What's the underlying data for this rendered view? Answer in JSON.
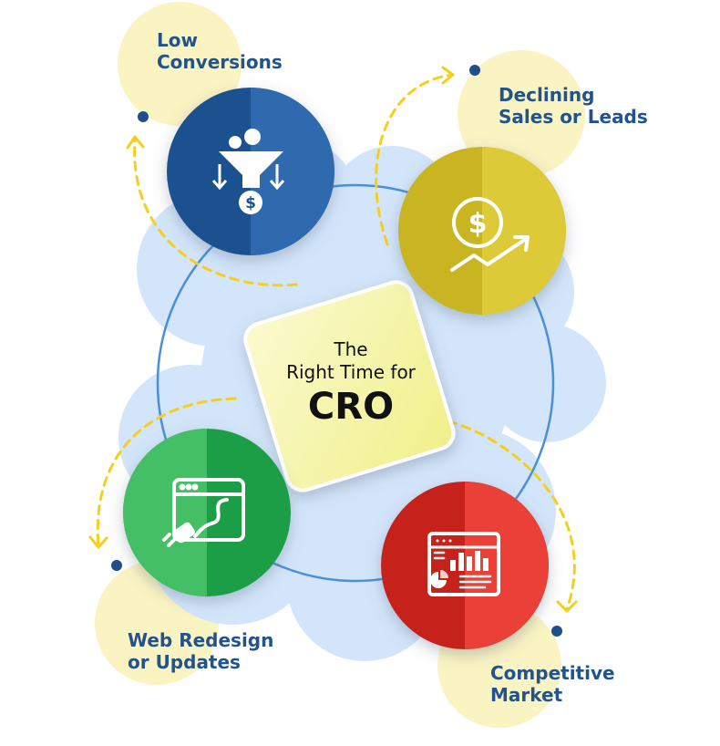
{
  "center": {
    "line1": "The",
    "line2": "Right Time for",
    "line3": "CRO"
  },
  "items": [
    {
      "id": "low-conversions",
      "label_line1": "Low",
      "label_line2": "Conversions",
      "color": "#2a5fa0",
      "icon": "funnel-dollar-icon"
    },
    {
      "id": "declining-sales",
      "label_line1": "Declining",
      "label_line2": "Sales or Leads",
      "color": "#d4c22c",
      "icon": "dollar-growth-icon"
    },
    {
      "id": "web-redesign",
      "label_line1": "Web Redesign",
      "label_line2": "or Updates",
      "color": "#2fae55",
      "icon": "browser-plug-icon"
    },
    {
      "id": "competitive-market",
      "label_line1": "Competitive",
      "label_line2": "Market",
      "color": "#e0302d",
      "icon": "analytics-dashboard-icon"
    }
  ],
  "colors": {
    "label_text": "#22538c",
    "blob": "#d3e5fa",
    "ring": "#4a90d8",
    "highlight": "#faf3c2",
    "arrow": "#f5cf1a",
    "dot": "#1f4f8a",
    "center_square": "#f4f3a4"
  }
}
